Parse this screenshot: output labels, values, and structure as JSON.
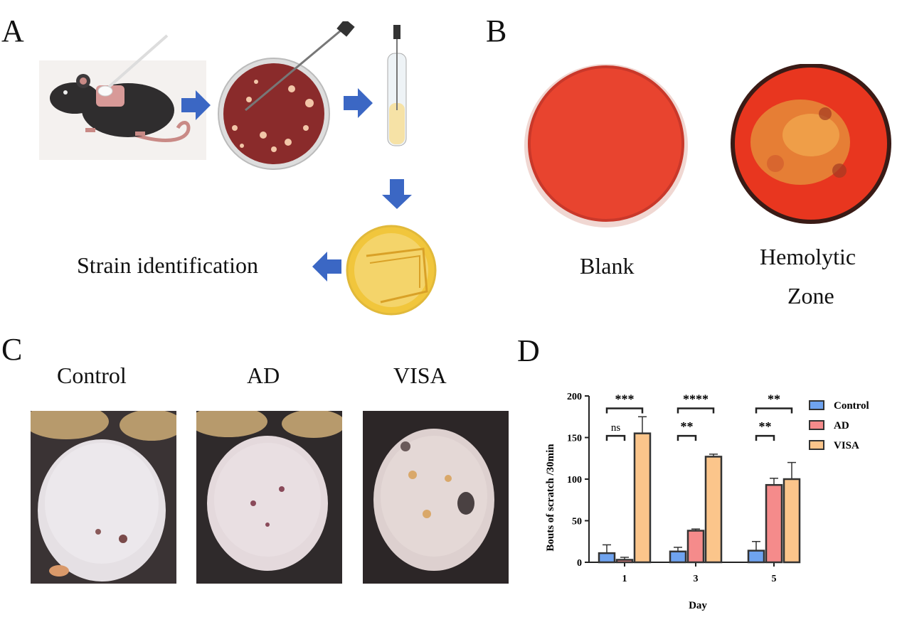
{
  "panels": {
    "a": {
      "letter": "A",
      "caption": "Strain identification"
    },
    "b": {
      "letter": "B",
      "labels": [
        "Blank",
        "Hemolytic",
        "Zone"
      ]
    },
    "c": {
      "letter": "C",
      "labels": [
        "Control",
        "AD",
        "VISA"
      ]
    },
    "d": {
      "letter": "D"
    }
  },
  "colors": {
    "control": "#6fa3ef",
    "ad": "#f58b8b",
    "visa": "#fbc58b",
    "arrow": "#3b67c4",
    "agar_red": "#e8442f",
    "agar_dark": "#8a1e1a",
    "yellow_plate": "#f1c63c"
  },
  "chart_data": {
    "type": "bar",
    "xlabel": "Day",
    "ylabel": "Bouts of scratch /30min",
    "categories": [
      "1",
      "3",
      "5"
    ],
    "ylim": [
      0,
      200
    ],
    "yticks": [
      "0",
      "50",
      "100",
      "150",
      "200"
    ],
    "series": [
      {
        "name": "Control",
        "values": [
          11,
          13,
          14
        ],
        "errors": [
          10,
          5,
          11
        ]
      },
      {
        "name": "AD",
        "values": [
          3,
          38,
          93
        ],
        "errors": [
          3,
          2,
          8
        ]
      },
      {
        "name": "VISA",
        "values": [
          155,
          127,
          100
        ],
        "errors": [
          20,
          3,
          20
        ]
      }
    ],
    "significance": [
      {
        "day": "1",
        "compare": "Control-VISA",
        "label": "***"
      },
      {
        "day": "1",
        "compare": "Control-AD",
        "label": "ns"
      },
      {
        "day": "3",
        "compare": "Control-VISA",
        "label": "****"
      },
      {
        "day": "3",
        "compare": "Control-AD",
        "label": "**"
      },
      {
        "day": "5",
        "compare": "Control-VISA",
        "label": "**"
      },
      {
        "day": "5",
        "compare": "Control-AD",
        "label": "**"
      }
    ],
    "legend": "right"
  }
}
